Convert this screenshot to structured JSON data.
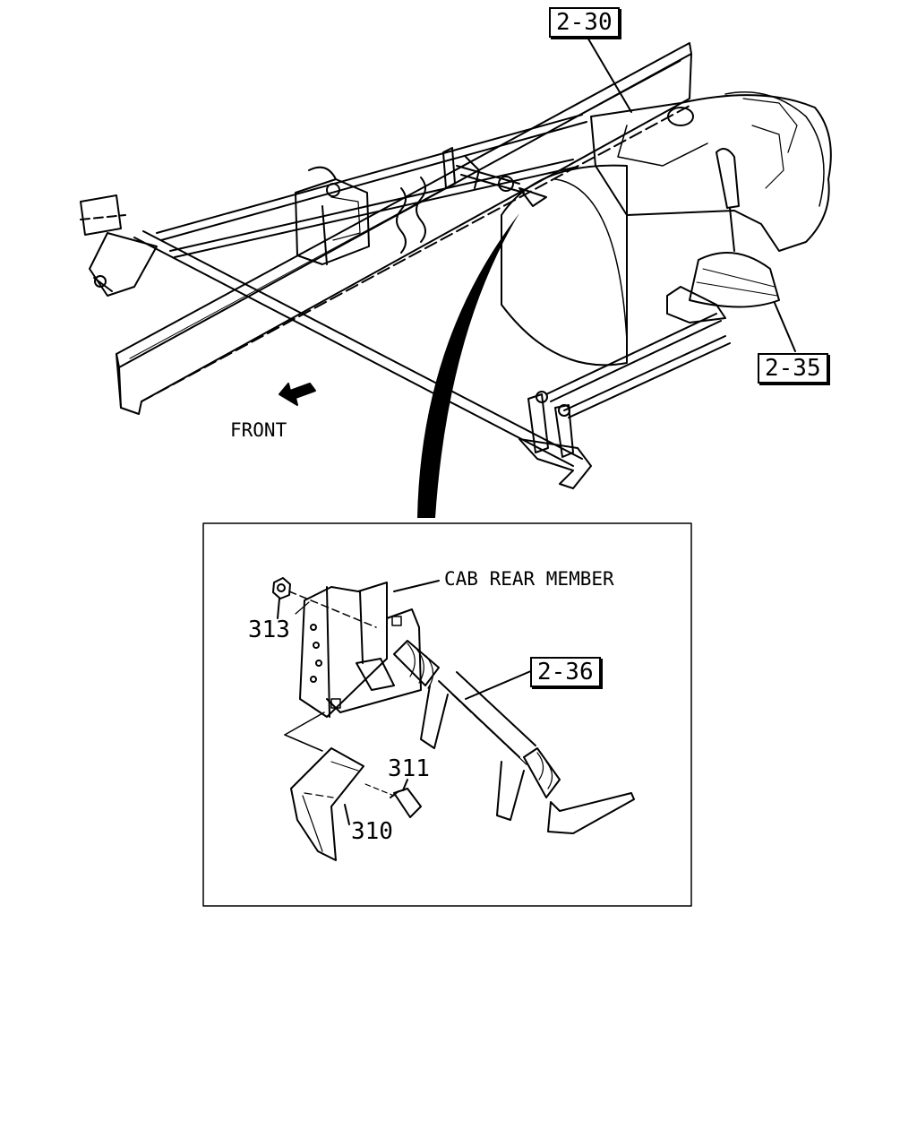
{
  "diagram": {
    "callouts": {
      "ref_2_30": "2-30",
      "ref_2_35": "2-35",
      "ref_2_36": "2-36"
    },
    "labels": {
      "front": "FRONT",
      "cab_rear_member": "CAB REAR MEMBER"
    },
    "parts": {
      "p310": "310",
      "p311": "311",
      "p313": "313"
    }
  }
}
